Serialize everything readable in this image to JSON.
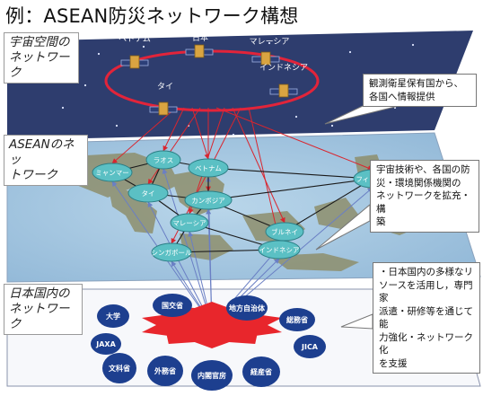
{
  "title": "例：ASEAN防災ネットワーク構想",
  "layers": {
    "space": {
      "label": "宇宙空間の\nネットワーク"
    },
    "asean": {
      "label": "ASEANのネッ\nトワーク"
    },
    "japan": {
      "label": "日本国内の\nネットワーク"
    }
  },
  "satellites": [
    {
      "label": "ベトナム"
    },
    {
      "label": "日本"
    },
    {
      "label": "マレーシア"
    },
    {
      "label": "タイ"
    },
    {
      "label": "インドネシア"
    }
  ],
  "callouts": {
    "space": "観測衛星保有国から、\n各国へ情報提供",
    "asean": "宇宙技術や、各国の防\n災・環境関係機関の\nネットワークを拡充・構\n築",
    "japan": "・日本国内の多様なリ\nソースを活用し，専門家\n派遣・研修等を通じて能\n力強化・ネットワーク化\nを支援"
  },
  "asean_nodes": [
    {
      "label": "ミャンマー"
    },
    {
      "label": "ラオス"
    },
    {
      "label": "ベトナム"
    },
    {
      "label": "タイ"
    },
    {
      "label": "カンボジア"
    },
    {
      "label": "フィリピン"
    },
    {
      "label": "マレーシア"
    },
    {
      "label": "ブルネイ"
    },
    {
      "label": "シンガポール"
    },
    {
      "label": "インドネシア"
    }
  ],
  "japan_nodes": [
    {
      "label": "大学"
    },
    {
      "label": "国交省"
    },
    {
      "label": "地方自治体"
    },
    {
      "label": "総務省"
    },
    {
      "label": "JAXA"
    },
    {
      "label": "JICA"
    },
    {
      "label": "文科省"
    },
    {
      "label": "外務省"
    },
    {
      "label": "内閣官房"
    },
    {
      "label": "経産省"
    }
  ],
  "colors": {
    "space_layer": "#2e3d6e",
    "asean_node": "#5bc0c4",
    "japan_node": "#1d3f8f",
    "japan_center": "#e8262c",
    "ellipse": "#e2243a",
    "red_arrow": "#d9252e",
    "blue_arrow": "#6a7fc4",
    "connector": "#1a1a1a"
  }
}
